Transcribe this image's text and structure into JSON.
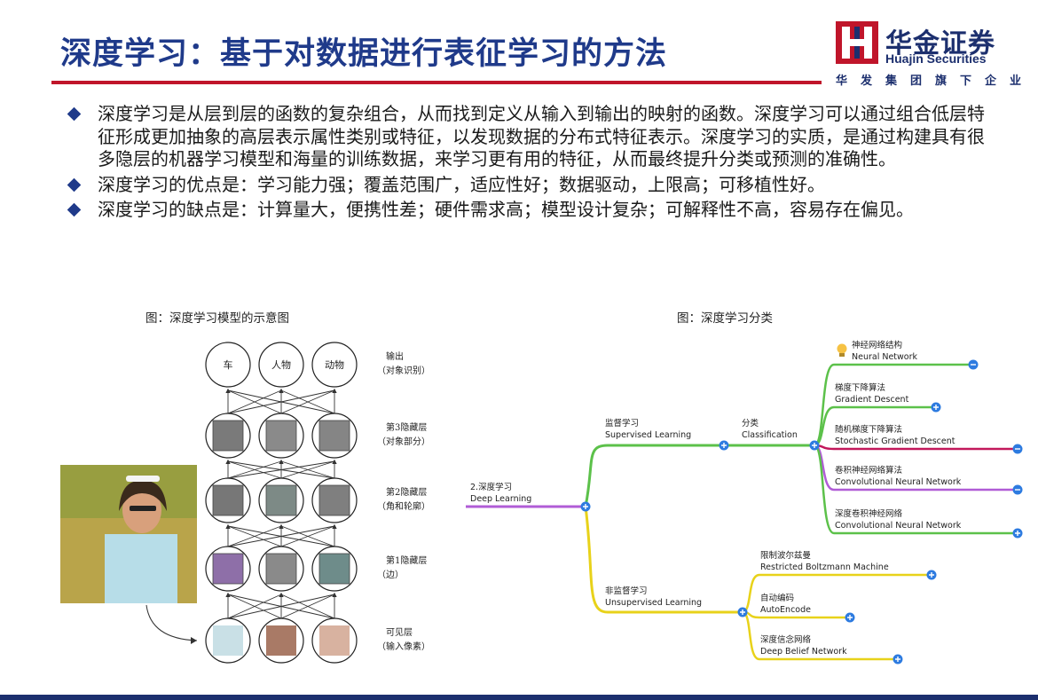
{
  "title": "深度学习：基于对数据进行表征学习的方法",
  "logo": {
    "name_cn": "华金证券",
    "name_en": "Huajin Securities",
    "tagline": "华发集团旗下企业",
    "brand_color": "#1c2f6e",
    "accent_color": "#c0152a"
  },
  "bullets": [
    "深度学习是从层到层的函数的复杂组合，从而找到定义从输入到输出的映射的函数。深度学习可以通过组合低层特征形成更加抽象的高层表示属性类别或特征，以发现数据的分布式特征表示。深度学习的实质，是通过构建具有很多隐层的机器学习模型和海量的训练数据，来学习更有用的特征，从而最终提升分类或预测的准确性。",
    "深度学习的优点是：学习能力强；覆盖范围广，适应性好；数据驱动，上限高；可移植性好。",
    "深度学习的缺点是：计算量大，便携性差；硬件需求高；模型设计复杂；可解释性不高，容易存在偏见。"
  ],
  "figure1": {
    "caption": "图：深度学习模型的示意图",
    "output_nodes": [
      "车",
      "人物",
      "动物"
    ],
    "layers": [
      {
        "name": "输出",
        "note": "（对象识别）"
      },
      {
        "name": "第3隐藏层",
        "note": "（对象部分）"
      },
      {
        "name": "第2隐藏层",
        "note": "（角和轮廓）"
      },
      {
        "name": "第1隐藏层",
        "note": "（边）"
      },
      {
        "name": "可见层",
        "note": "（输入像素）"
      }
    ]
  },
  "figure2": {
    "caption": "图：深度学习分类",
    "root": {
      "cn": "2.深度学习",
      "en": "Deep Learning"
    },
    "supervised": {
      "cn": "监督学习",
      "en": "Supervised Learning"
    },
    "classification": {
      "cn": "分类",
      "en": "Classification"
    },
    "classification_children": [
      {
        "cn": "神经网络结构",
        "en": "Neural Network"
      },
      {
        "cn": "梯度下降算法",
        "en": "Gradient Descent"
      },
      {
        "cn": "随机梯度下降算法",
        "en": "Stochastic Gradient Descent"
      },
      {
        "cn": "卷积神经网络算法",
        "en": "Convolutional Neural Network"
      },
      {
        "cn": "深度卷积神经网络",
        "en": "Convolutional Neural Network"
      }
    ],
    "unsupervised": {
      "cn": "非监督学习",
      "en": "Unsupervised Learning"
    },
    "unsupervised_children": [
      {
        "cn": "限制波尔兹曼",
        "en": "Restricted Boltzmann Machine"
      },
      {
        "cn": "自动编码",
        "en": "AutoEncode"
      },
      {
        "cn": "深度信念网络",
        "en": "Deep Belief Network"
      }
    ],
    "colors": {
      "root": "#b05cd6",
      "green": "#5cc14a",
      "yellow": "#e8d21a",
      "red": "#c2185b",
      "purple": "#b05cd6",
      "node": "#2d7be0"
    }
  }
}
